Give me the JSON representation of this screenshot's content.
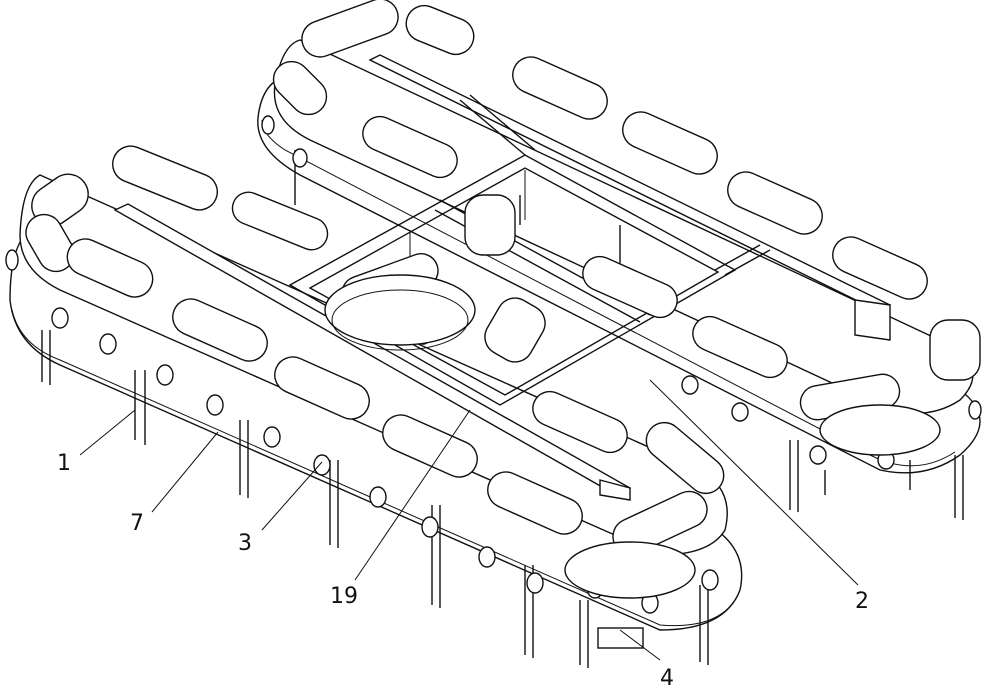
{
  "figure": {
    "labels": [
      {
        "id": "label-1",
        "text": "1"
      },
      {
        "id": "label-7",
        "text": "7"
      },
      {
        "id": "label-3",
        "text": "3"
      },
      {
        "id": "label-19",
        "text": "19"
      },
      {
        "id": "label-2",
        "text": "2"
      },
      {
        "id": "label-4",
        "text": "4"
      }
    ]
  }
}
